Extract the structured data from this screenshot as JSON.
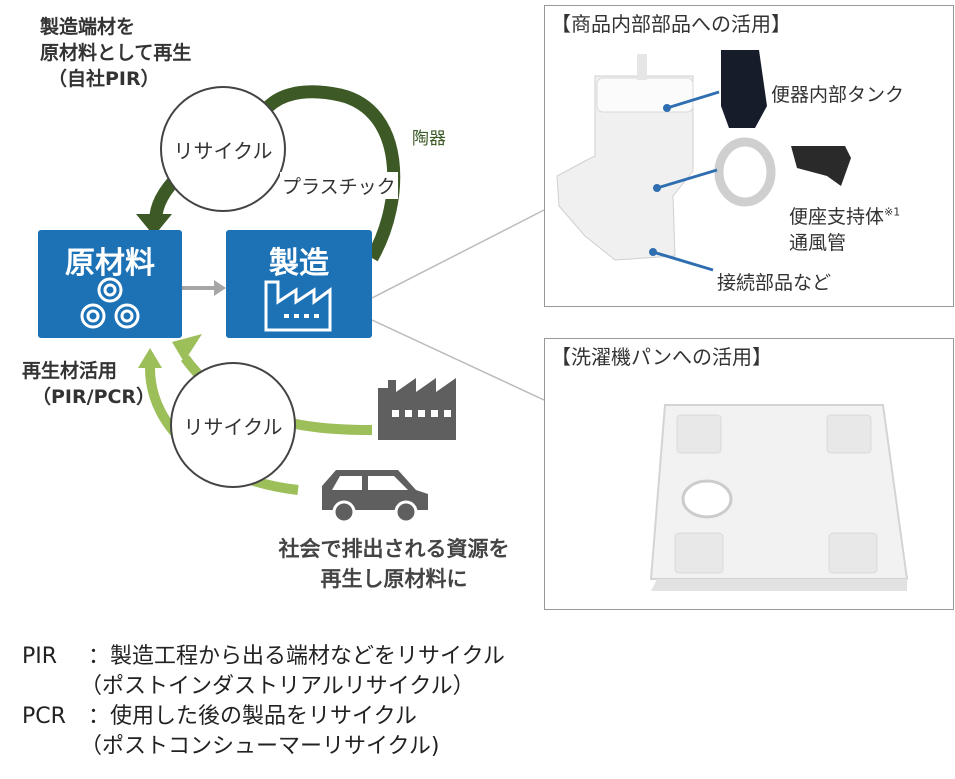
{
  "top_left_label": [
    "製造端材を",
    "原材料として再生",
    "（自社PIR）"
  ],
  "box_raw_material": "原材料",
  "box_manufacturing": "製造",
  "circle_top": "リサイクル",
  "circle_bottom": "リサイクル",
  "label_ceramic": "陶器",
  "label_plastic": "プラスチック",
  "label_recycled_use": [
    "再生材活用",
    "（PIR/PCR）"
  ],
  "label_society": [
    "社会で排出される資源を",
    "再生し原材料に"
  ],
  "panel_parts": {
    "title": "【商品内部部品への活用】",
    "items": [
      "便器内部タンク",
      "便座支持体",
      "※1",
      "通風管",
      "接続部品など"
    ]
  },
  "panel_washer": {
    "title": "【洗濯機パンへの活用】"
  },
  "footnotes": [
    {
      "term": "PIR",
      "sep": "：",
      "text": "製造工程から出る端材などをリサイクル",
      "sub": "（ポストインダストリアルリサイクル）"
    },
    {
      "term": "PCR",
      "sep": "：",
      "text": "使用した後の製品をリサイクル",
      "sub": "（ポストコンシューマーリサイクル)"
    }
  ],
  "colors": {
    "blue": "#1d72b6",
    "dark_green": "#3d5a26",
    "light_green": "#9cbf5a",
    "gray_arrow": "#a6a6a6"
  }
}
